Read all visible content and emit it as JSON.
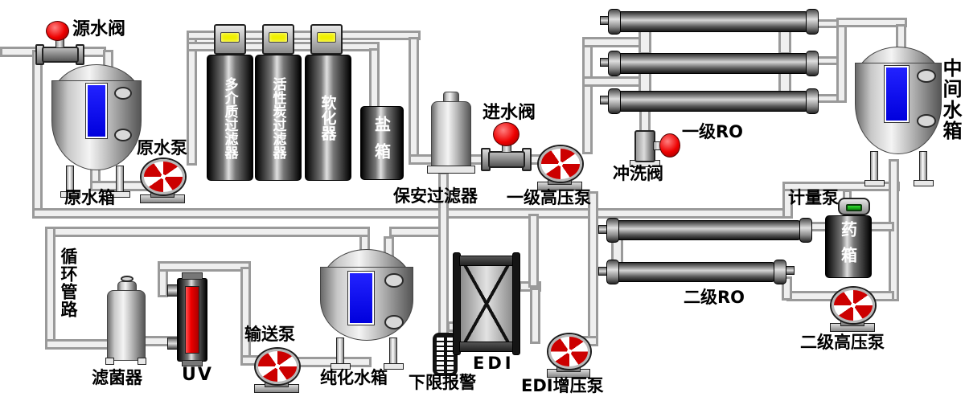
{
  "labels": {
    "source_valve": "源水阀",
    "raw_tank": "原水箱",
    "raw_pump": "原水泵",
    "filter_multimedia": "多介质过滤器",
    "filter_carbon": "活性炭过滤器",
    "softener": "软化器",
    "salt_box": "盐箱",
    "security_filter": "保安过滤器",
    "inlet_valve": "进水阀",
    "hp_pump1": "一级高压泵",
    "flush_valve": "冲洗阀",
    "ro1": "一级RO",
    "mid_tank": "中间水箱",
    "dosing_pump": "计量泵",
    "chem_box": "药箱",
    "ro2": "二级RO",
    "hp_pump2": "二级高压泵",
    "circulation": "循环管路",
    "sterilizer": "滤菌器",
    "uv": "UV",
    "transfer_pump": "输送泵",
    "pure_tank": "纯化水箱",
    "low_alarm": "下限报警",
    "edi": "EDI",
    "edi_pump": "EDI增压泵"
  },
  "colors": {
    "valve_red": "#ee0000",
    "impeller_red": "#cc0000",
    "level_blue": "#0000dd",
    "display_yellow": "#f0f000",
    "indicator_green": "#22cc22",
    "pipe_gray": "#efefef",
    "vessel_dark": "#2e2e2e",
    "background": "#ffffff"
  }
}
